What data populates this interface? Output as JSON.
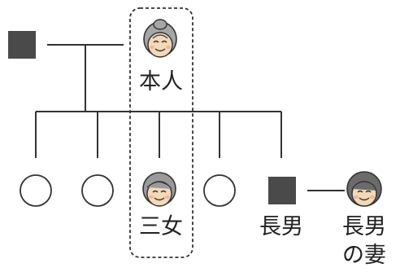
{
  "colors": {
    "line": "#333333",
    "male_fill": "#4a4a4a",
    "female_stroke": "#333333",
    "face_skin": "#f3d9b8",
    "hair_gray": "#9a9a9a",
    "hair_dark": "#6b6b6b",
    "highlight_box": "#333333"
  },
  "people": {
    "honnin": {
      "label": "本人",
      "icon": "elderly-woman-face-icon"
    },
    "sanjo": {
      "label": "三女",
      "icon": "woman-face-icon"
    },
    "chonan": {
      "label": "長男",
      "icon": "male-square-icon"
    },
    "chonan_wife": {
      "label_line1": "長男",
      "label_line2": "の妻",
      "icon": "woman-face-icon"
    }
  }
}
